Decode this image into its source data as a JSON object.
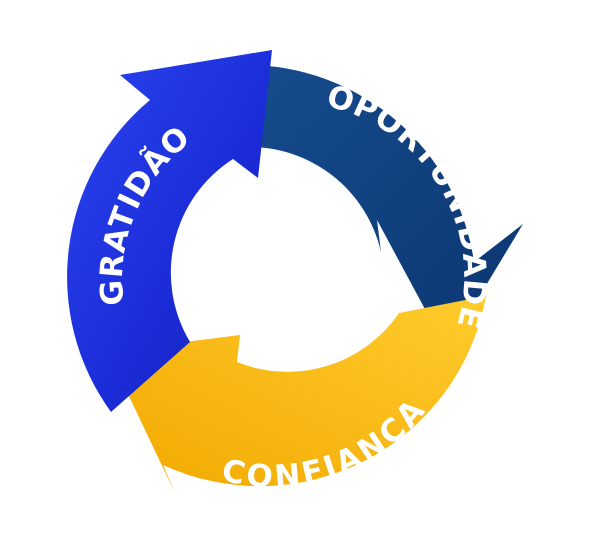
{
  "cycle": {
    "segments": [
      {
        "label": "OPORTUNIDADE",
        "color": "#0D3F7F",
        "color_light": "#1D5A9E"
      },
      {
        "label": "CONFIANÇA",
        "color": "#F5B400",
        "color_light": "#FFD13A"
      },
      {
        "label": "GRATIDÃO",
        "color": "#1A2BD6",
        "color_light": "#3A55F5"
      }
    ]
  }
}
